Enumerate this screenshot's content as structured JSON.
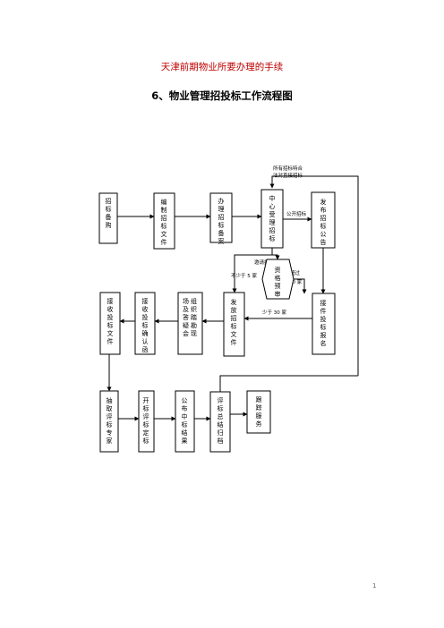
{
  "document": {
    "title": "天津前期物业所要办理的手续",
    "section_title": "6、物业管理招投标工作流程图",
    "page_number": "1"
  },
  "flowchart": {
    "nodes": [
      {
        "id": "n1",
        "text": "招标备购"
      },
      {
        "id": "n2",
        "text": "编制招标文件"
      },
      {
        "id": "n3",
        "text": "办理招标备案"
      },
      {
        "id": "n4",
        "text": "中心受理招标"
      },
      {
        "id": "n5",
        "text": "发布招标公告"
      },
      {
        "id": "n6",
        "text": "资格预审"
      },
      {
        "id": "n7",
        "text": "接件投标报名"
      },
      {
        "id": "n8",
        "text": "发放招标文件"
      },
      {
        "id": "n9",
        "text": "组织踏勘现场及答疑会"
      },
      {
        "id": "n10",
        "text": "接收投标确认函"
      },
      {
        "id": "n11",
        "text": "接收投标文件"
      },
      {
        "id": "n12",
        "text": "抽取评标专家"
      },
      {
        "id": "n13",
        "text": "开标评标定标"
      },
      {
        "id": "n14",
        "text": "公布中标结果"
      },
      {
        "id": "n15",
        "text": "评标总结归档"
      },
      {
        "id": "n16",
        "text": "跟踪服务"
      }
    ],
    "labels": {
      "top_note_1": "所有招标特合",
      "top_note_2": "法对直接招标",
      "open_tender": "公开招标",
      "invite_tender": "邀请招标",
      "not_less_5": "不少于 5 家",
      "over_30_a": "超过",
      "over_30_b": "30 家",
      "less_30": "少于 30 家"
    }
  }
}
